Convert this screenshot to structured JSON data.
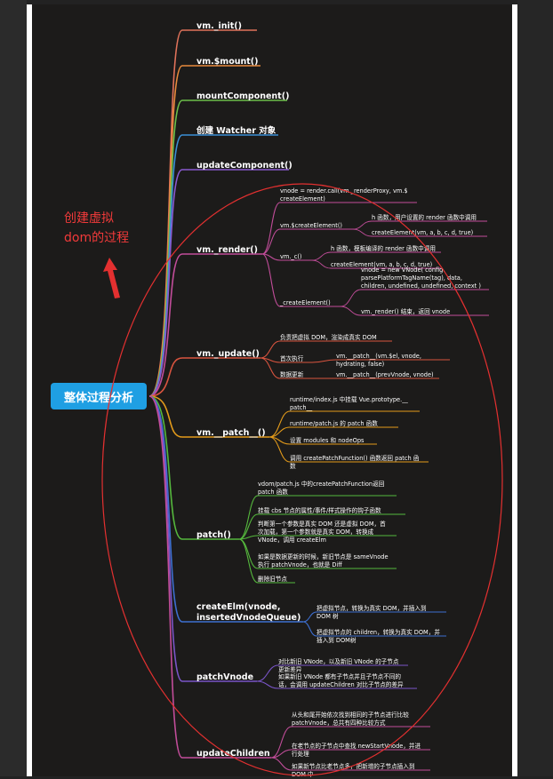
{
  "root_label": "整体过程分析",
  "annotation": {
    "text": "创建虚拟\ndom的过程",
    "color": "#f23a3a"
  },
  "nodes": [
    {
      "label": "vm._init()",
      "color": "#e0725a",
      "children": []
    },
    {
      "label": "vm.$mount()",
      "color": "#e88a3c",
      "children": []
    },
    {
      "label": "mountComponent()",
      "color": "#6cc04a",
      "children": []
    },
    {
      "label": "创建 Watcher 对象",
      "color": "#3b8fd6",
      "children": []
    },
    {
      "label": "updateComponent()",
      "color": "#8a5ad0",
      "children": []
    },
    {
      "label": "vm._render()",
      "color": "#c24d9a",
      "children": [
        {
          "label": "vnode = render.call(vm._renderProxy, vm.$ createElement)",
          "children": []
        },
        {
          "label": "vm.$createElement()",
          "children": [
            {
              "label": "h 函数，用户设置的 render 函数中调用"
            },
            {
              "label": "createElement(vm, a, b, c, d, true)"
            }
          ]
        },
        {
          "label": "vm._c()",
          "children": [
            {
              "label": "h 函数，模板编译的 render 函数中调用"
            },
            {
              "label": "createElement(vm, a, b, c, d, true)"
            }
          ]
        },
        {
          "label": "_createElement()",
          "children": [
            {
              "label": "vnode = new VNode( config. parsePlatformTagName(tag), data, children, undefined, undefined, context )"
            },
            {
              "label": "vm._render() 结束，返回 vnode"
            }
          ]
        }
      ]
    },
    {
      "label": "vm._update()",
      "color": "#d9543f",
      "children": [
        {
          "label": "负责把虚拟 DOM，渲染成真实 DOM",
          "children": []
        },
        {
          "label": "首次执行",
          "children": [
            {
              "label": "vm.__patch__(vm.$el, vnode, hydrating, false)"
            }
          ]
        },
        {
          "label": "数据更新",
          "children": [
            {
              "label": "vm.__patch__(prevVnode, vnode)"
            }
          ]
        }
      ]
    },
    {
      "label": "vm.__patch__()",
      "color": "#e39b1a",
      "children": [
        {
          "label": "runtime/index.js 中挂载 Vue.prototype.__ patch__",
          "children": []
        },
        {
          "label": "runtime/patch.js 的 patch 函数",
          "children": []
        },
        {
          "label": "设置 modules 和 nodeOps",
          "children": []
        },
        {
          "label": "调用 createPatchFunction() 函数返回 patch 函数",
          "children": []
        }
      ]
    },
    {
      "label": "patch()",
      "color": "#55b83d",
      "children": [
        {
          "label": "vdom/patch.js 中的createPatchFunction返回 patch 函数",
          "children": []
        },
        {
          "label": "挂载 cbs 节点的属性/事件/样式操作的钩子函数",
          "children": []
        },
        {
          "label": "判断第一个参数是真实 DOM 还是虚拟 DOM，首次加载，第一个参数就是真实 DOM，转换成 VNode，调用 createElm",
          "children": []
        },
        {
          "label": "如果是数据更新的时候，新旧节点是 sameVnode 执行 patchVnode，也就是 Diff",
          "children": []
        },
        {
          "label": "删除旧节点",
          "children": []
        }
      ]
    },
    {
      "label": "createElm(vnode, insertedVnodeQueue)",
      "color": "#3d6fd0",
      "children": [
        {
          "label": "把虚拟节点，转换为真实 DOM，并插入到 DOM 树",
          "children": []
        },
        {
          "label": "把虚拟节点的 children，转换为真实 DOM，并插入到 DOM树",
          "children": []
        }
      ]
    },
    {
      "label": "patchVnode",
      "color": "#7a55c8",
      "children": [
        {
          "label": "对比新旧 VNode，以及新旧 VNode 的子节点更新差异",
          "children": []
        },
        {
          "label": "如果新旧 VNode 都有子节点并且子节点不同的话，会调用 updateChildren 对比子节点的差异",
          "children": []
        }
      ]
    },
    {
      "label": "updateChildren",
      "color": "#c24d9a",
      "children": [
        {
          "label": "从头和尾开始依次找到相同的子节点进行比较 patchVnode，总共有四种比较方式",
          "children": []
        },
        {
          "label": "在老节点的子节点中查找 newStartVnode，并进行处理",
          "children": []
        },
        {
          "label": "如果新节点比老节点多，把新增的子节点插入到 DOM 中",
          "children": []
        }
      ]
    }
  ]
}
